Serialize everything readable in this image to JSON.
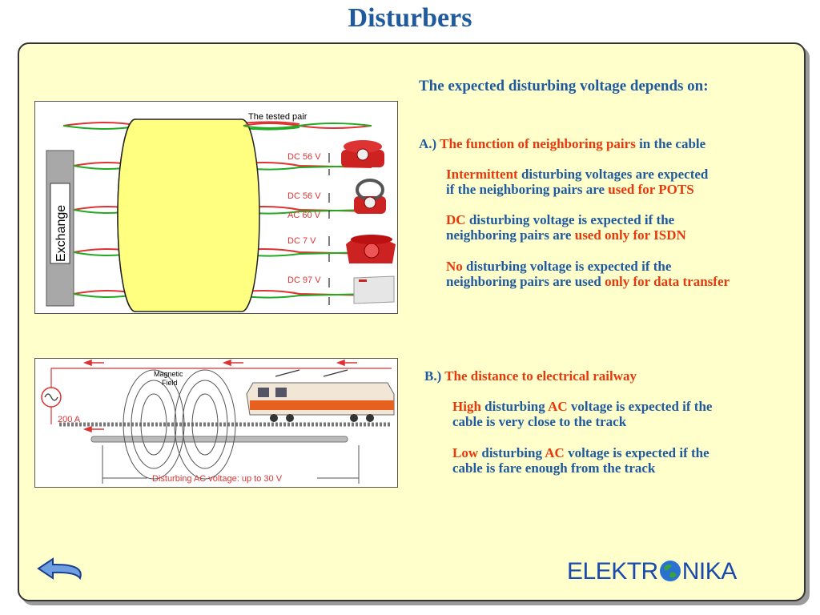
{
  "title": "Disturbers",
  "intro": "The expected disturbing voltage depends on:",
  "section_a": {
    "label": "A.)",
    "heading": "The function of neighboring pairs",
    "heading_tail": "in the  cable",
    "items": [
      {
        "em": "Intermittent",
        "line1": "disturbing voltages are expected",
        "line2a": "if the neighboring pairs are",
        "line2b": "used for POTS"
      },
      {
        "em": "DC",
        "line1": "disturbing voltage is expected if the",
        "line2a": "neighboring pairs are",
        "line2b": "used only for ISDN"
      },
      {
        "em": "No",
        "line1": "disturbing voltage is expected if the",
        "line2a": "neighboring pairs are used",
        "line2b": "only for data transfer"
      }
    ]
  },
  "section_b": {
    "label": "B.)",
    "heading": "The distance to electrical railway",
    "items": [
      {
        "em": "High",
        "mid1": "disturbing",
        "em2": "AC",
        "mid2": "voltage is expected if the",
        "line2": "cable is very close to the track"
      },
      {
        "em": "Low",
        "mid1": "disturbing",
        "em2": "AC",
        "mid2": "voltage is expected if the",
        "line2": "cable is fare enough from the track"
      }
    ]
  },
  "fig1": {
    "tested_pair": "The tested pair",
    "exchange": "Exchange",
    "labels": [
      "DC 56 V",
      "DC 56 V",
      "AC 60 V",
      "DC 7 V",
      "DC 97 V"
    ]
  },
  "fig2": {
    "magnetic": "Magnetic",
    "field": "Field",
    "current": "200 A",
    "voltage": "Disturbing AC voltage: up to 30 V"
  },
  "logo": {
    "left": "ELEKTR",
    "right": "NIKA"
  },
  "colors": {
    "title": "#1f5a9e",
    "accent": "#e8380d",
    "panel": "#ffffcc"
  }
}
